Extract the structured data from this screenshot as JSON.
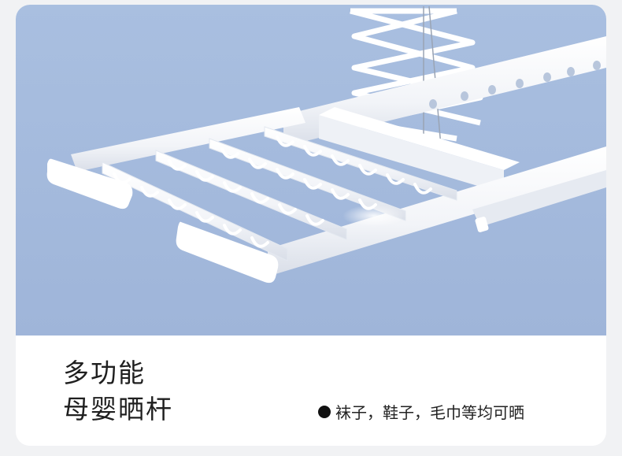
{
  "caption": {
    "title_line1": "多功能",
    "title_line2": "母婴晒杆",
    "feature_text": "袜子，鞋子，毛巾等均可晒"
  },
  "colors": {
    "photo_background": "#a6bcde",
    "rack_white": "#ffffff",
    "bullet": "#111111"
  }
}
